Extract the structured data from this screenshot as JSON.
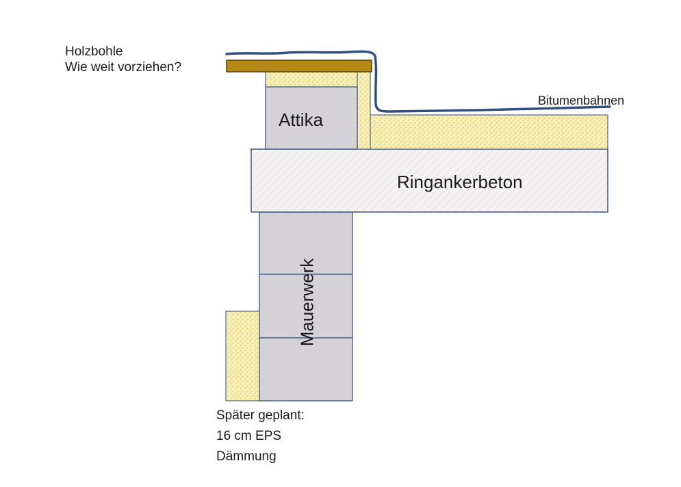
{
  "labels": {
    "holzbohle": "Holzbohle",
    "vorziehen": "Wie weit vorziehen?",
    "bitumenbahnen": "Bitumenbahnen",
    "attika": "Attika",
    "ringanker": "Ringankerbeton",
    "mauerwerk": "Mauerwerk",
    "note_line1": "Später geplant:",
    "note_line2": "16 cm EPS",
    "note_line3": "Dämmung"
  },
  "colors": {
    "insulation_fill": "#f7f0b8",
    "insulation_dots": "#d8c45a",
    "wood": "#b58a14",
    "wood_border": "#5a4300",
    "masonry": "#d4d2d6",
    "concrete": "#f4f2f2",
    "concrete_hatch": "#d9d6d6",
    "outline": "#2f4a7a",
    "bitumen": "#2e4f80"
  }
}
